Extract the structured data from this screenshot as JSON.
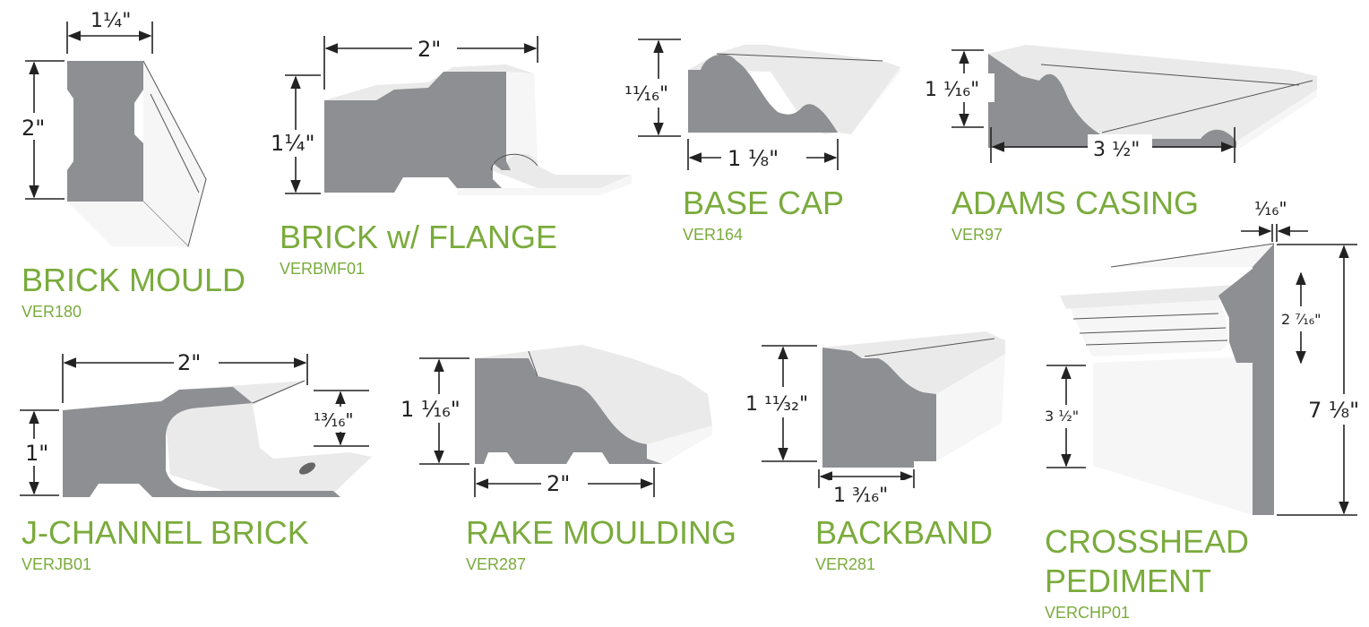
{
  "colors": {
    "label_green": "#7aab3c",
    "profile_face": "#8e8f92",
    "profile_top": "#eaeaea",
    "dimension_line": "#222222"
  },
  "products": [
    {
      "name": "BRICK MOULD",
      "code": "VER180",
      "dims": {
        "width": "1¹⁄₄\"",
        "height": "2\""
      }
    },
    {
      "name": "BRICK w/ FLANGE",
      "code": "VERBMF01",
      "dims": {
        "width": "2\"",
        "height": "1¹⁄₄\""
      }
    },
    {
      "name": "BASE CAP",
      "code": "VER164",
      "dims": {
        "height": "¹¹⁄₁₆\"",
        "width": "1 ¹⁄₈\""
      }
    },
    {
      "name": "ADAMS CASING",
      "code": "VER97",
      "dims": {
        "height": "1 ¹⁄₁₆\"",
        "width": "3 ¹⁄₂\""
      }
    },
    {
      "name": "J-CHANNEL BRICK",
      "code": "VERJB01",
      "dims": {
        "width": "2\"",
        "height": "1\"",
        "depth": "¹³⁄₁₆\""
      }
    },
    {
      "name": "RAKE MOULDING",
      "code": "VER287",
      "dims": {
        "height": "1 ¹⁄₁₆\"",
        "width": "2\""
      }
    },
    {
      "name": "BACKBAND",
      "code": "VER281",
      "dims": {
        "height": "1 ¹¹⁄₃₂\"",
        "width": "1 ³⁄₁₆\""
      }
    },
    {
      "name_line1": "CROSSHEAD",
      "name_line2": "PEDIMENT",
      "code": "VERCHP01",
      "dims": {
        "thickness": "¹⁄₁₆\"",
        "crown": "2 ⁷⁄₁₆\"",
        "total": "7 ¹⁄₈\"",
        "face": "3 ¹⁄₂\""
      }
    }
  ]
}
